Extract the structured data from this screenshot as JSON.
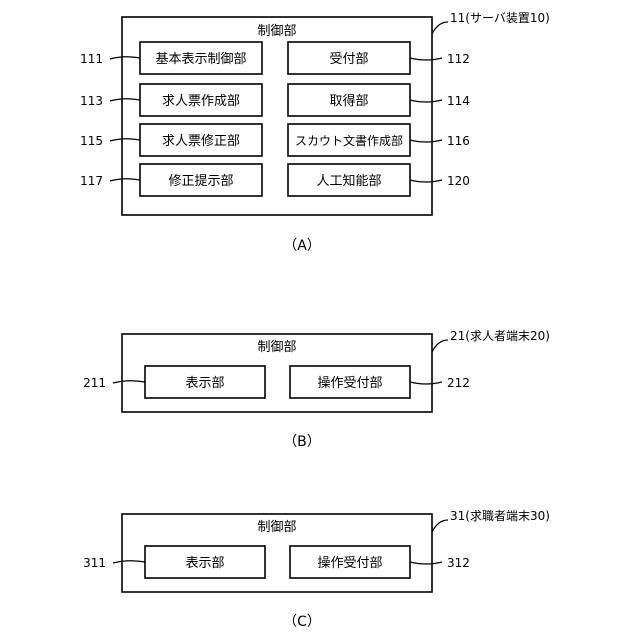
{
  "diagrams": [
    {
      "frame_title": "制御部",
      "frame_ref": "11(サーバ装置10)",
      "caption": "（A）",
      "units": [
        {
          "label": "基本表示制御部",
          "ref": "111"
        },
        {
          "label": "受付部",
          "ref": "112"
        },
        {
          "label": "求人票作成部",
          "ref": "113"
        },
        {
          "label": "取得部",
          "ref": "114"
        },
        {
          "label": "求人票修正部",
          "ref": "115"
        },
        {
          "label": "スカウト文書作成部",
          "ref": "116"
        },
        {
          "label": "修正提示部",
          "ref": "117"
        },
        {
          "label": "人工知能部",
          "ref": "120"
        }
      ]
    },
    {
      "frame_title": "制御部",
      "frame_ref": "21(求人者端末20)",
      "caption": "（B）",
      "units": [
        {
          "label": "表示部",
          "ref": "211"
        },
        {
          "label": "操作受付部",
          "ref": "212"
        }
      ]
    },
    {
      "frame_title": "制御部",
      "frame_ref": "31(求職者端末30)",
      "caption": "（C）",
      "units": [
        {
          "label": "表示部",
          "ref": "311"
        },
        {
          "label": "操作受付部",
          "ref": "312"
        }
      ]
    }
  ]
}
